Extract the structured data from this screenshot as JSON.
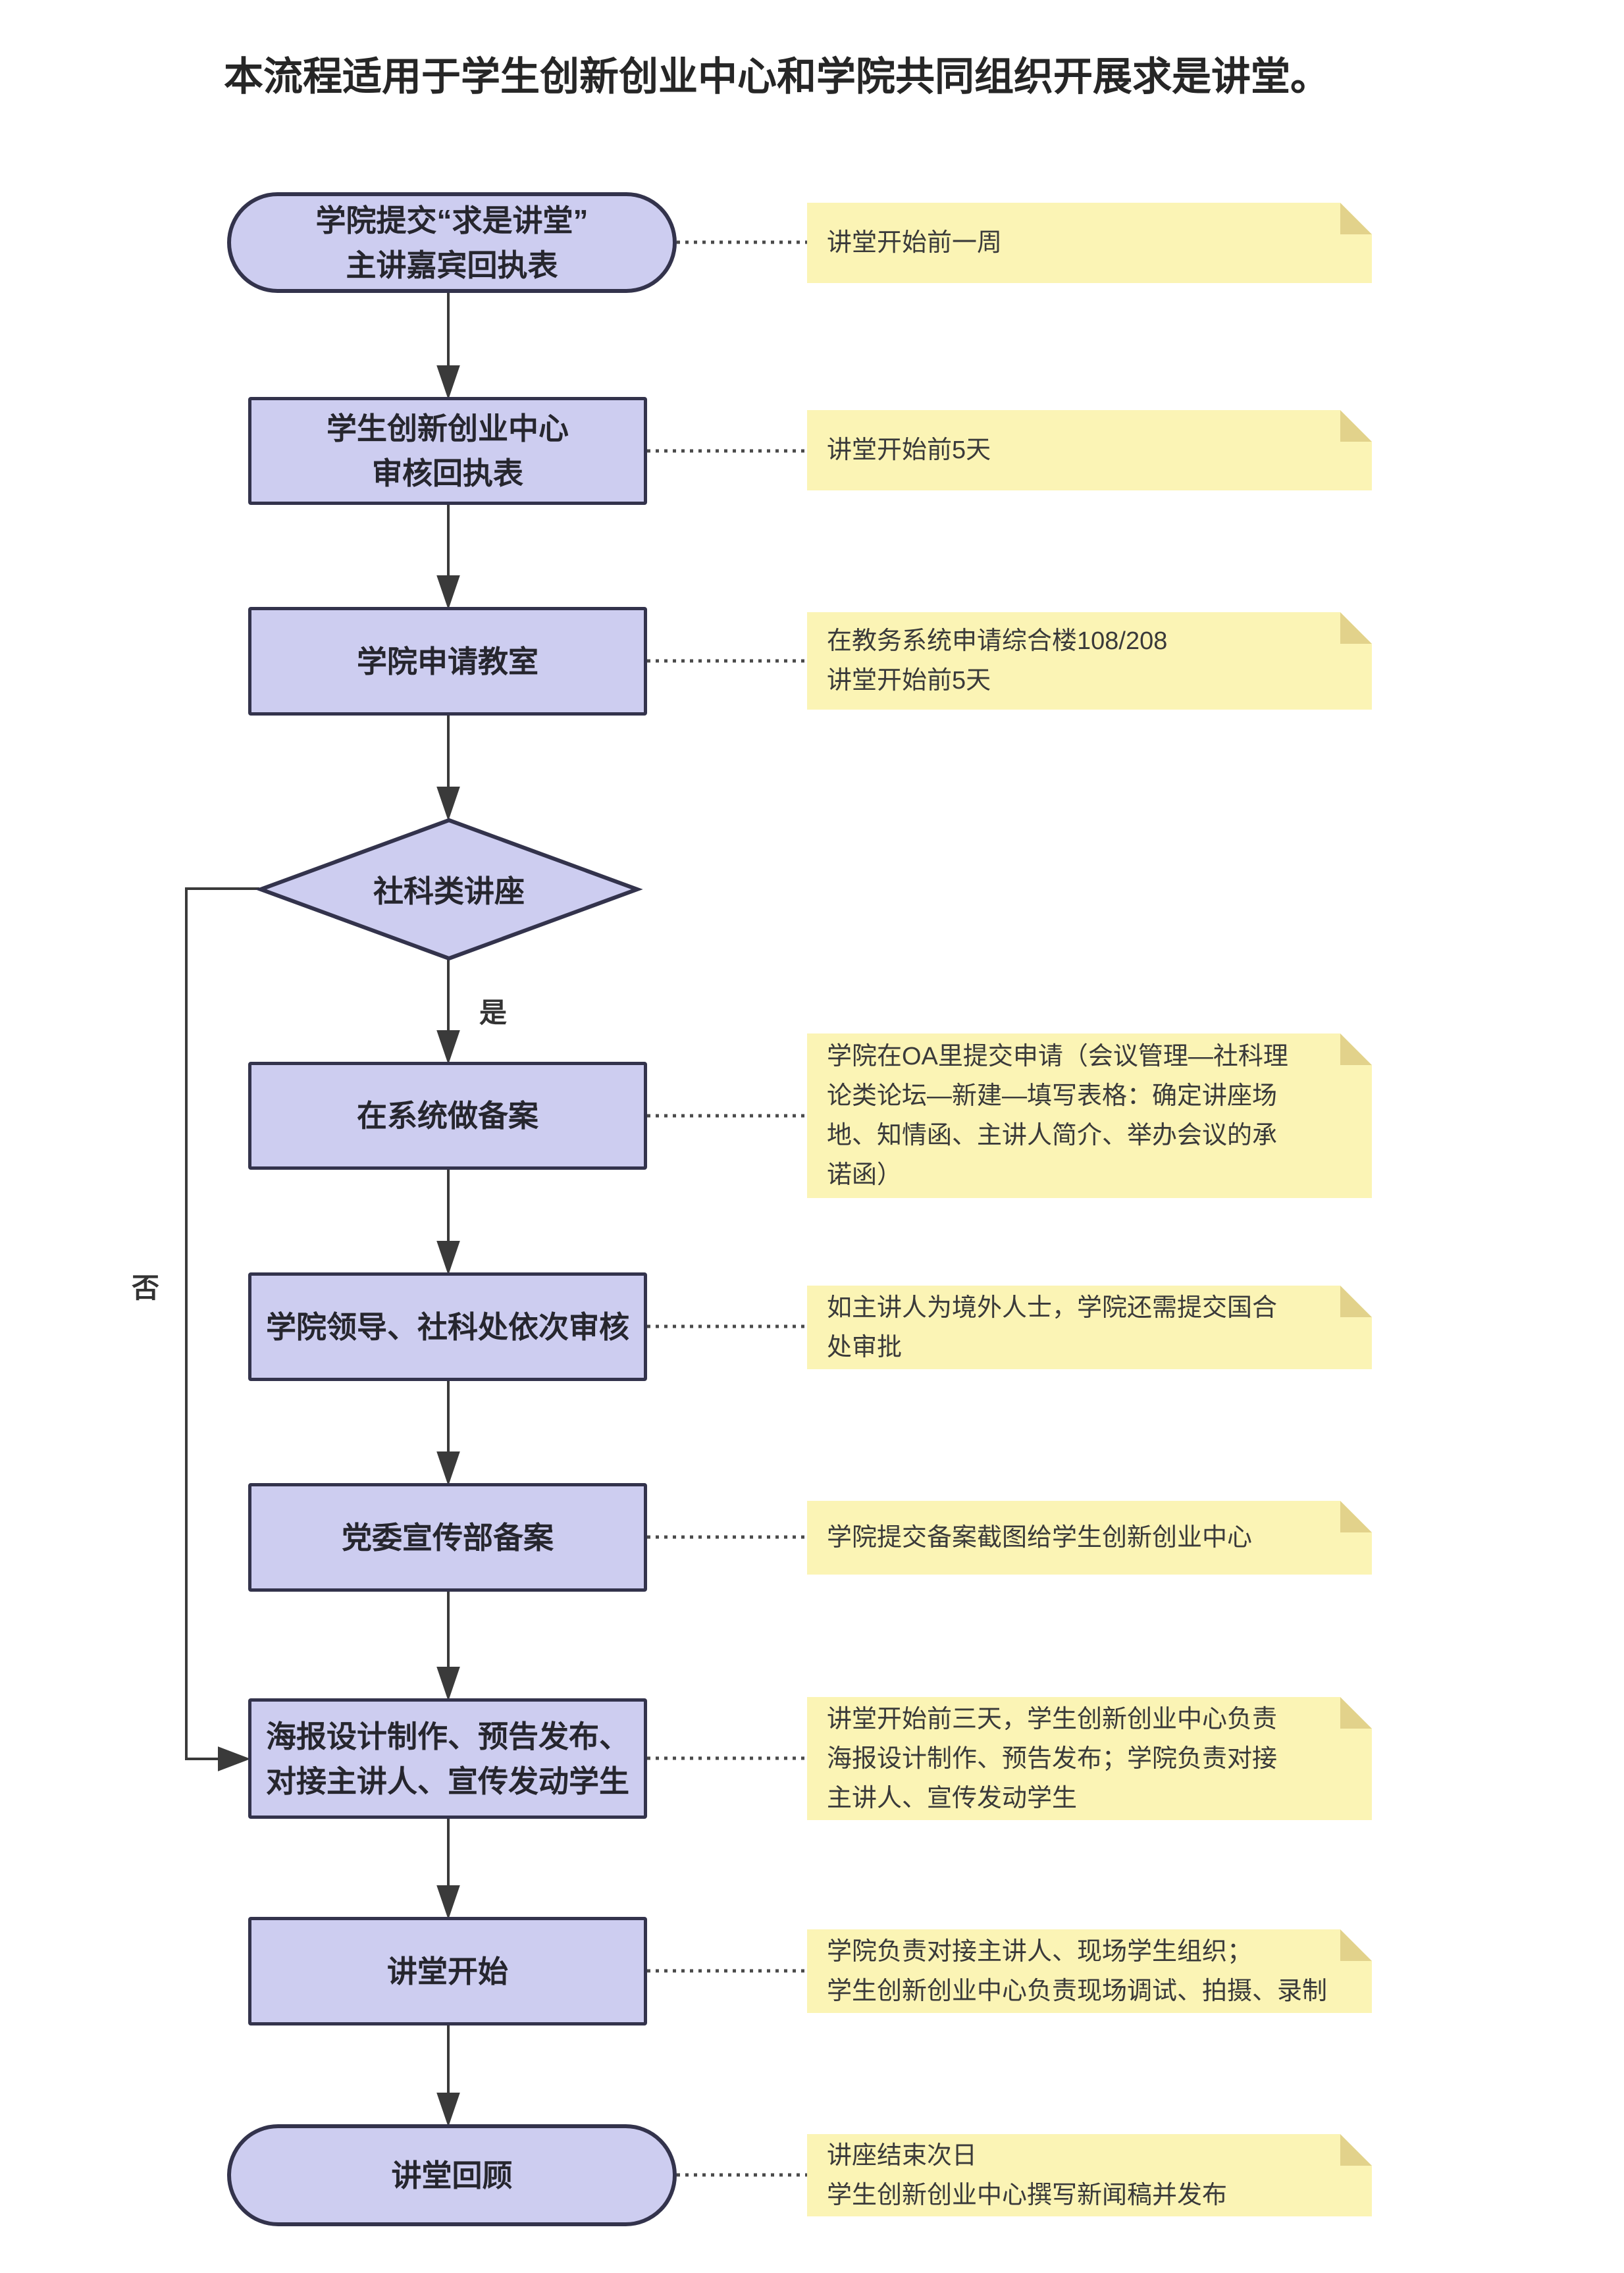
{
  "title": "本流程适用于学生创新创业中心和学院共同组织开展求是讲堂。",
  "edge_labels": {
    "yes": "是",
    "no": "否"
  },
  "colors": {
    "node_fill": "#cdcdf0",
    "node_border": "#33334c",
    "note_fill": "#fbf4b5",
    "note_fold": "#e2d28b",
    "connector_line": "#3a3a3a",
    "dotted_line": "#4a4a4a",
    "title_text": "#262626",
    "node_text": "#26262e",
    "note_text": "#3a3a3a"
  },
  "nodes": [
    {
      "shape": "stadium",
      "label": "学院提交“求是讲堂”\n主讲嘉宾回执表"
    },
    {
      "shape": "rect",
      "label": "学生创新创业中心\n审核回执表"
    },
    {
      "shape": "rect",
      "label": "学院申请教室"
    },
    {
      "shape": "diamond",
      "label": "社科类讲座"
    },
    {
      "shape": "rect",
      "label": "在系统做备案"
    },
    {
      "shape": "rect",
      "label": "学院领导、社科处依次审核"
    },
    {
      "shape": "rect",
      "label": "党委宣传部备案"
    },
    {
      "shape": "rect",
      "label": "海报设计制作、预告发布、\n对接主讲人、宣传发动学生"
    },
    {
      "shape": "rect",
      "label": "讲堂开始"
    },
    {
      "shape": "stadium",
      "label": "讲堂回顾"
    }
  ],
  "notes": [
    {
      "text": "讲堂开始前一周"
    },
    {
      "text": "讲堂开始前5天"
    },
    {
      "text": "在教务系统申请综合楼108/208\n讲堂开始前5天"
    },
    {
      "text": "学院在OA里提交申请（会议管理—社科理\n论类论坛—新建—填写表格：确定讲座场\n地、知情函、主讲人简介、举办会议的承\n诺函）"
    },
    {
      "text": "如主讲人为境外人士，学院还需提交国合\n处审批"
    },
    {
      "text": "学院提交备案截图给学生创新创业中心"
    },
    {
      "text": "讲堂开始前三天，学生创新创业中心负责\n海报设计制作、预告发布；学院负责对接\n主讲人、宣传发动学生"
    },
    {
      "text": "学院负责对接主讲人、现场学生组织；\n学生创新创业中心负责现场调试、拍摄、录制"
    },
    {
      "text": "讲座结束次日\n学生创新创业中心撰写新闻稿并发布"
    }
  ]
}
